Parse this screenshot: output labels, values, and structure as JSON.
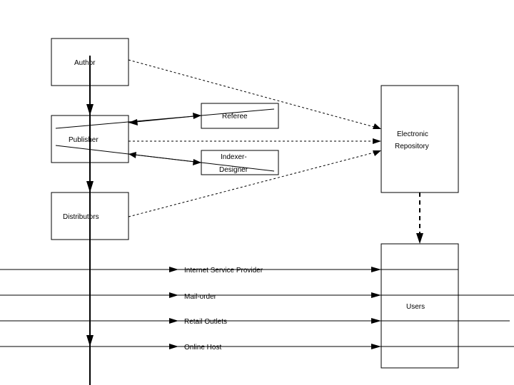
{
  "nodes": {
    "author": "Author",
    "publisher": "Publisher",
    "referee": "Referee",
    "indexer_line1": "Indexer-",
    "indexer_line2": "Designer",
    "distributors": "Distributors",
    "repository_line1": "Electronic",
    "repository_line2": "Repository",
    "users": "Users"
  },
  "channels": {
    "isp": "Internet Service Provider",
    "mail_order": "Mail-order",
    "retail": "Retail Outlets",
    "online_host": "Online Host"
  }
}
